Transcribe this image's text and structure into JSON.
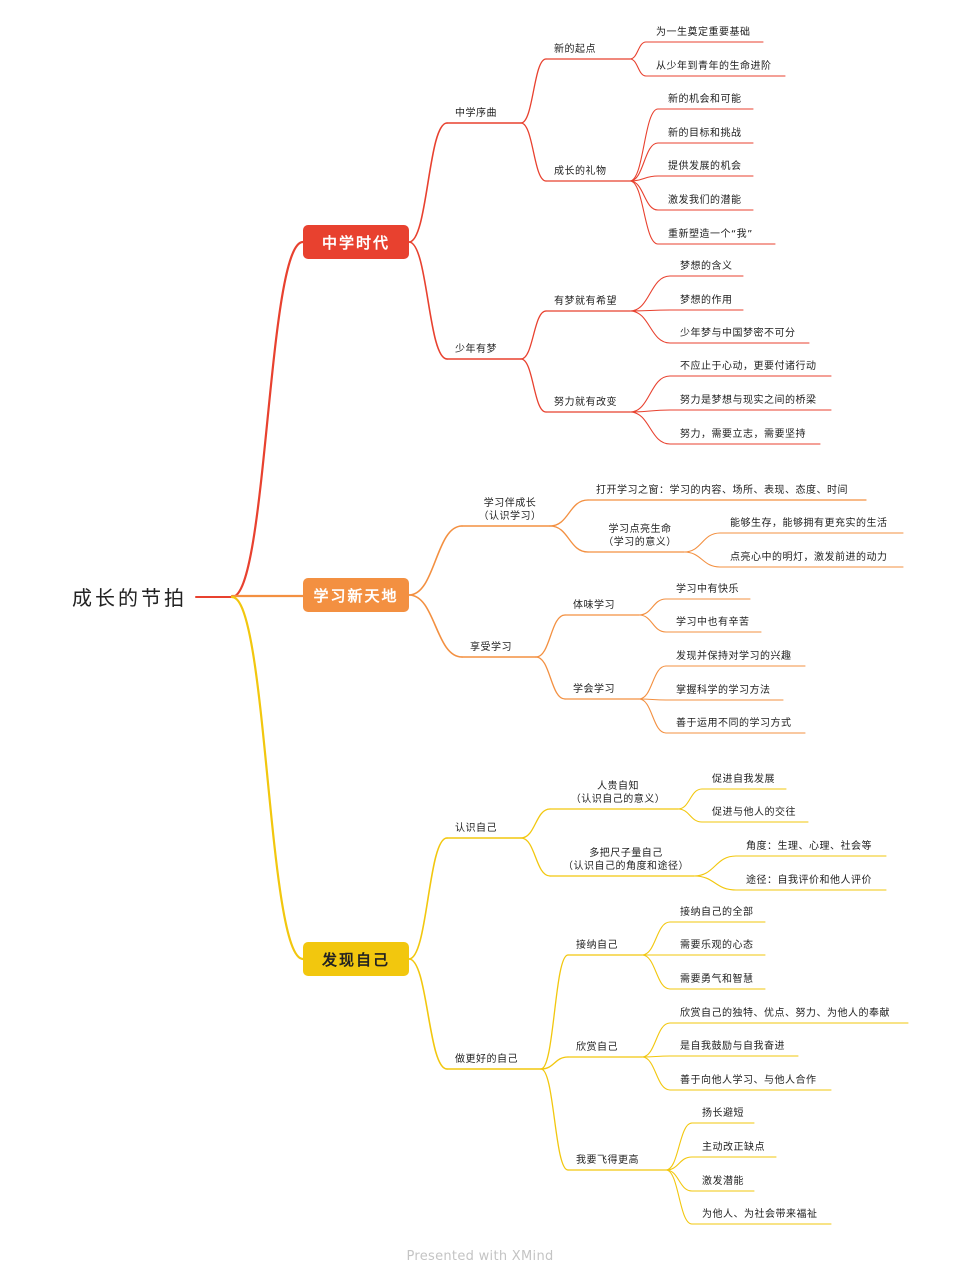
{
  "title": "成长的节拍",
  "footer": "Presented with XMind",
  "colors": {
    "red": "#e8412f",
    "orange": "#f39041",
    "yellow": "#f2c70e"
  },
  "branches": [
    {
      "label": "中学时代",
      "color": "#e8412f",
      "children": [
        {
          "label": "中学序曲",
          "children": [
            {
              "label": "新的起点",
              "children": [
                "为一生奠定重要基础",
                "从少年到青年的生命进阶"
              ]
            },
            {
              "label": "成长的礼物",
              "children": [
                "新的机会和可能",
                "新的目标和挑战",
                "提供发展的机会",
                "激发我们的潜能",
                "重新塑造一个“我”"
              ]
            }
          ]
        },
        {
          "label": "少年有梦",
          "children": [
            {
              "label": "有梦就有希望",
              "children": [
                "梦想的含义",
                "梦想的作用",
                "少年梦与中国梦密不可分"
              ]
            },
            {
              "label": "努力就有改变",
              "children": [
                "不应止于心动，更要付诸行动",
                "努力是梦想与现实之间的桥梁",
                "努力，需要立志，需要坚持"
              ]
            }
          ]
        }
      ]
    },
    {
      "label": "学习新天地",
      "color": "#f39041",
      "children": [
        {
          "label": "学习伴成长\n（认识学习）",
          "children": [
            {
              "label": "打开学习之窗：学习的内容、场所、表现、态度、时间",
              "children": []
            },
            {
              "label": "学习点亮生命\n（学习的意义）",
              "children": [
                "能够生存，能够拥有更充实的生活",
                "点亮心中的明灯，激发前进的动力"
              ]
            }
          ]
        },
        {
          "label": "享受学习",
          "children": [
            {
              "label": "体味学习",
              "children": [
                "学习中有快乐",
                "学习中也有辛苦"
              ]
            },
            {
              "label": "学会学习",
              "children": [
                "发现并保持对学习的兴趣",
                "掌握科学的学习方法",
                "善于运用不同的学习方式"
              ]
            }
          ]
        }
      ]
    },
    {
      "label": "发现自己",
      "color": "#f2c70e",
      "children": [
        {
          "label": "认识自己",
          "children": [
            {
              "label": "人贵自知\n（认识自己的意义）",
              "children": [
                "促进自我发展",
                "促进与他人的交往"
              ]
            },
            {
              "label": "多把尺子量自己\n（认识自己的角度和途径）",
              "children": [
                "角度：生理、心理、社会等",
                "途径：自我评价和他人评价"
              ]
            }
          ]
        },
        {
          "label": "做更好的自己",
          "children": [
            {
              "label": "接纳自己",
              "children": [
                "接纳自己的全部",
                "需要乐观的心态",
                "需要勇气和智慧"
              ]
            },
            {
              "label": "欣赏自己",
              "children": [
                "欣赏自己的独特、优点、努力、为他人的奉献",
                "是自我鼓励与自我奋进",
                "善于向他人学习、与他人合作"
              ]
            },
            {
              "label": "我要飞得更高",
              "children": [
                "扬长避短",
                "主动改正缺点",
                "激发潜能",
                "为他人、为社会带来福祉"
              ]
            }
          ]
        }
      ]
    }
  ]
}
